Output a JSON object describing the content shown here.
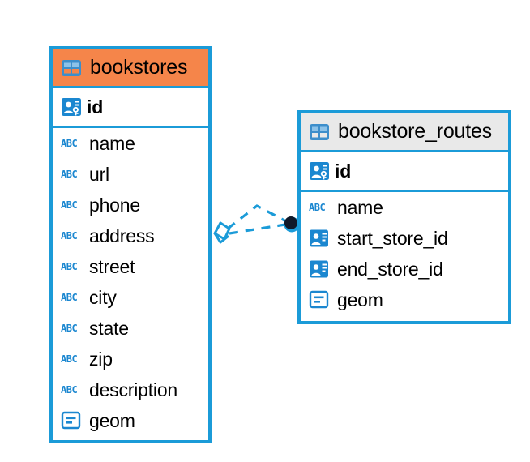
{
  "diagram": {
    "type": "entity-relationship-diagram",
    "background": "#ffffff",
    "accent_color": "#1b9bd8",
    "header_accent_color": "#f5854a",
    "header_neutral_color": "#e9e9e9"
  },
  "entities": [
    {
      "name": "bookstores",
      "header_style": "accent",
      "primary_keys": [
        {
          "label": "id",
          "icon": "primary-key-icon"
        }
      ],
      "fields": [
        {
          "label": "name",
          "icon": "text-type-icon",
          "icon_text": "ABC"
        },
        {
          "label": "url",
          "icon": "text-type-icon",
          "icon_text": "ABC"
        },
        {
          "label": "phone",
          "icon": "text-type-icon",
          "icon_text": "ABC"
        },
        {
          "label": "address",
          "icon": "text-type-icon",
          "icon_text": "ABC"
        },
        {
          "label": "street",
          "icon": "text-type-icon",
          "icon_text": "ABC"
        },
        {
          "label": "city",
          "icon": "text-type-icon",
          "icon_text": "ABC"
        },
        {
          "label": "state",
          "icon": "text-type-icon",
          "icon_text": "ABC"
        },
        {
          "label": "zip",
          "icon": "text-type-icon",
          "icon_text": "ABC"
        },
        {
          "label": "description",
          "icon": "text-type-icon",
          "icon_text": "ABC"
        },
        {
          "label": "geom",
          "icon": "geometry-type-icon"
        }
      ]
    },
    {
      "name": "bookstore_routes",
      "header_style": "neutral",
      "primary_keys": [
        {
          "label": "id",
          "icon": "primary-key-icon"
        }
      ],
      "fields": [
        {
          "label": "name",
          "icon": "text-type-icon",
          "icon_text": "ABC"
        },
        {
          "label": "start_store_id",
          "icon": "foreign-key-icon"
        },
        {
          "label": "end_store_id",
          "icon": "foreign-key-icon"
        },
        {
          "label": "geom",
          "icon": "geometry-type-icon"
        }
      ]
    }
  ],
  "relationships": [
    {
      "from": "bookstores",
      "to": "bookstore_routes.start_store_id",
      "line_style": "dashed",
      "color": "#1b9bd8",
      "source_marker": "zero-or-many-diamond",
      "target_marker": "filled-circle"
    },
    {
      "from": "bookstores",
      "to": "bookstore_routes.end_store_id",
      "line_style": "dashed",
      "color": "#1b9bd8",
      "source_marker": "zero-or-many-diamond",
      "target_marker": "filled-circle"
    }
  ]
}
